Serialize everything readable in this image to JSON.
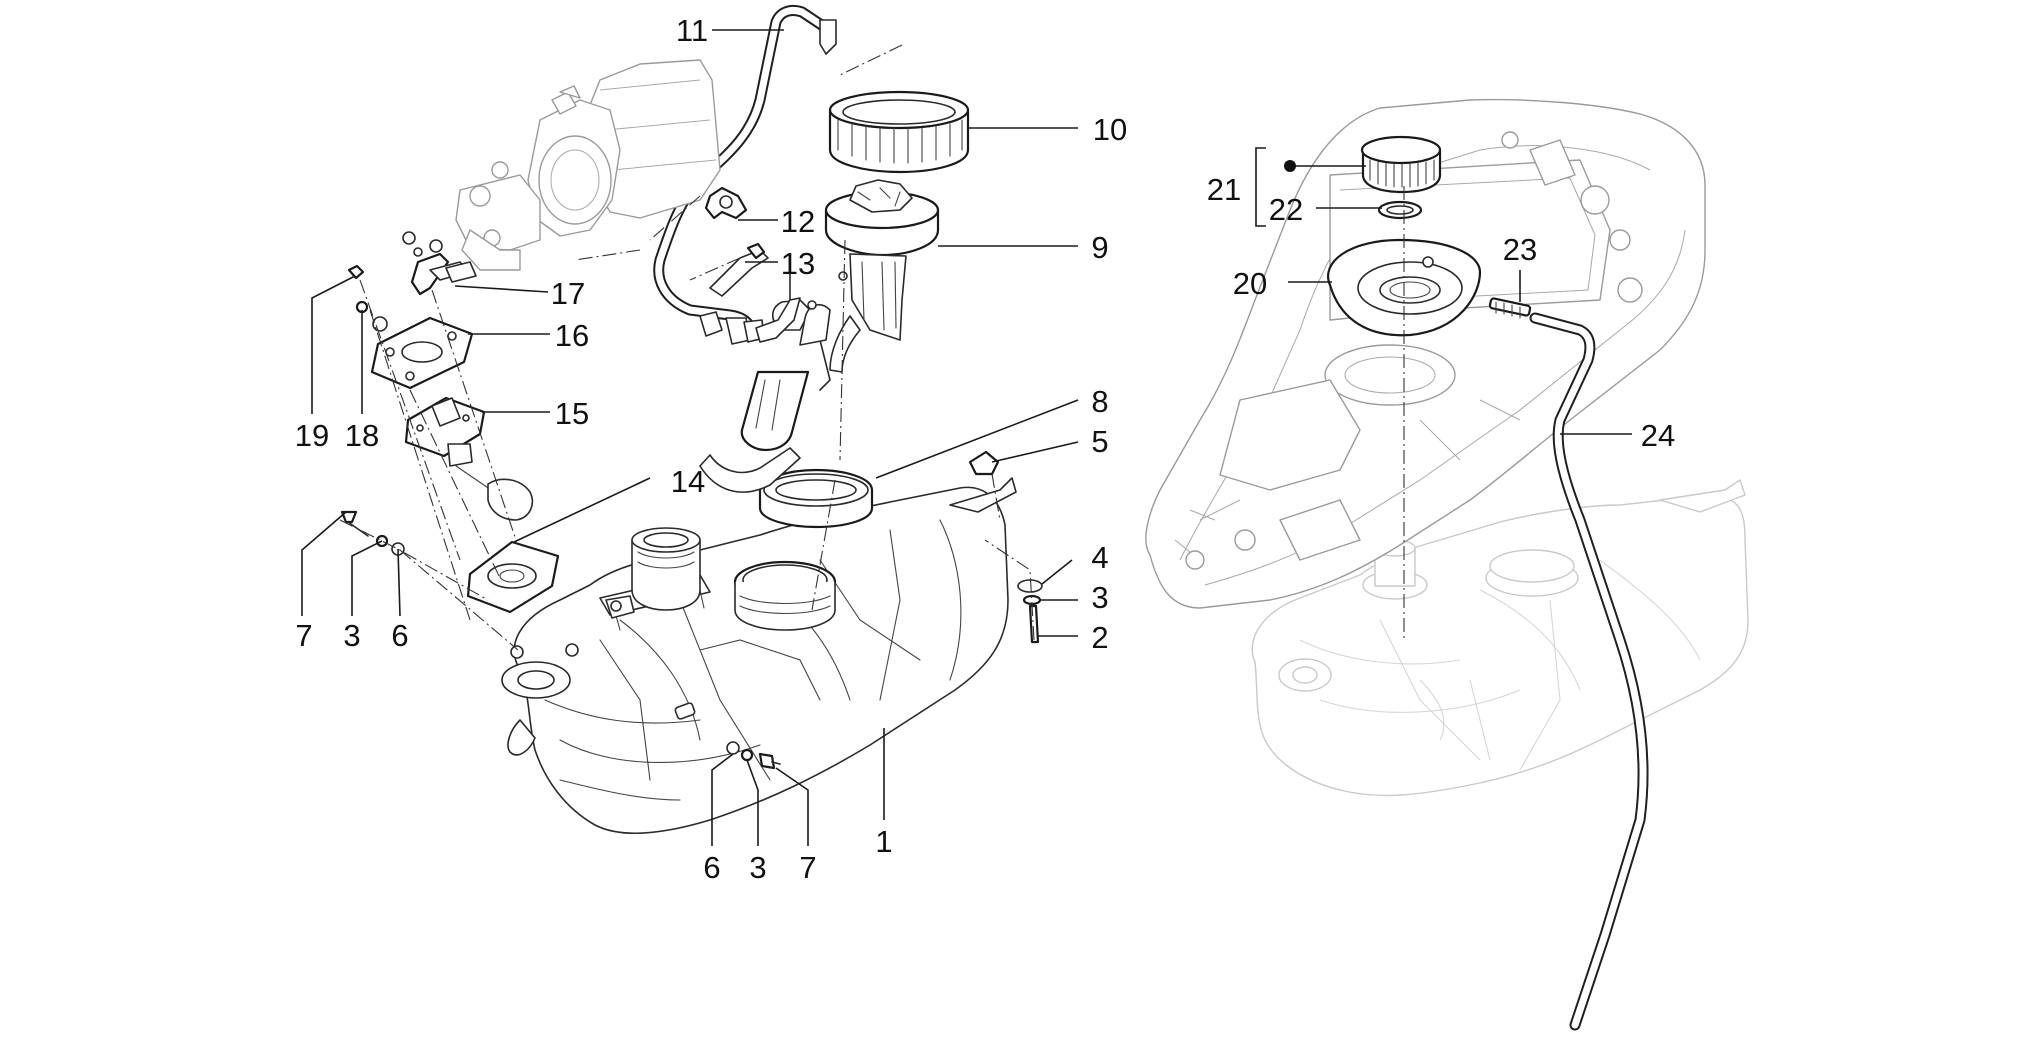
{
  "callouts": [
    {
      "id": "c1",
      "text": "1"
    },
    {
      "id": "c2",
      "text": "2"
    },
    {
      "id": "c3a",
      "text": "3"
    },
    {
      "id": "c3b",
      "text": "3"
    },
    {
      "id": "c3c",
      "text": "3"
    },
    {
      "id": "c4",
      "text": "4"
    },
    {
      "id": "c5",
      "text": "5"
    },
    {
      "id": "c6a",
      "text": "6"
    },
    {
      "id": "c6b",
      "text": "6"
    },
    {
      "id": "c7a",
      "text": "7"
    },
    {
      "id": "c7b",
      "text": "7"
    },
    {
      "id": "c8",
      "text": "8"
    },
    {
      "id": "c9",
      "text": "9"
    },
    {
      "id": "c10",
      "text": "10"
    },
    {
      "id": "c11",
      "text": "11"
    },
    {
      "id": "c12",
      "text": "12"
    },
    {
      "id": "c13",
      "text": "13"
    },
    {
      "id": "c14",
      "text": "14"
    },
    {
      "id": "c15",
      "text": "15"
    },
    {
      "id": "c16",
      "text": "16"
    },
    {
      "id": "c17",
      "text": "17"
    },
    {
      "id": "c18",
      "text": "18"
    },
    {
      "id": "c19",
      "text": "19"
    },
    {
      "id": "c20",
      "text": "20"
    },
    {
      "id": "c21",
      "text": "21"
    },
    {
      "id": "c22",
      "text": "22"
    },
    {
      "id": "c23",
      "text": "23"
    },
    {
      "id": "c24",
      "text": "24"
    }
  ],
  "colors": {
    "line": "#1a1a1a",
    "ghost": "#c9c9c9",
    "background": "#ffffff"
  }
}
